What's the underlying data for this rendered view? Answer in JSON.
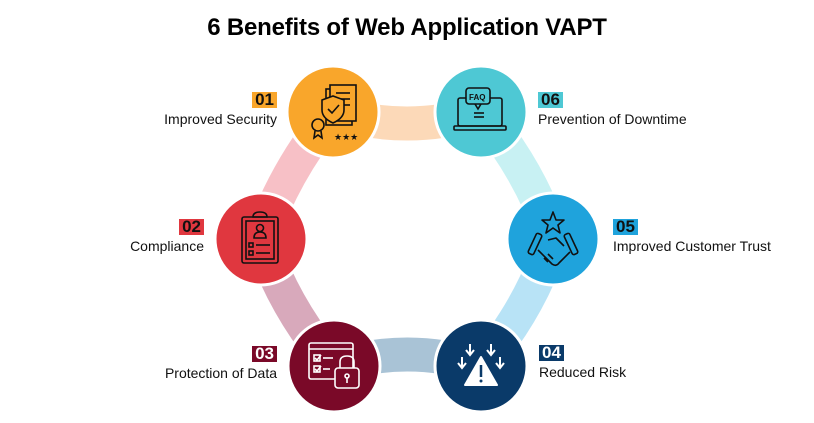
{
  "title": "6 Benefits of Web Application VAPT",
  "benefits": [
    {
      "number": "01",
      "label": "Improved Security",
      "color": "#f9a62b",
      "badge_text_color": "#111111",
      "icon": "security-certificate-icon"
    },
    {
      "number": "02",
      "label": "Compliance",
      "color": "#e0373f",
      "badge_text_color": "#111111",
      "icon": "clipboard-profile-icon"
    },
    {
      "number": "03",
      "label": "Protection of Data",
      "color": "#7a0928",
      "badge_text_color": "#ffffff",
      "icon": "checklist-lock-icon"
    },
    {
      "number": "04",
      "label": "Reduced Risk",
      "color": "#0a3a69",
      "badge_text_color": "#ffffff",
      "icon": "warning-arrows-icon"
    },
    {
      "number": "05",
      "label": "Improved Customer Trust",
      "color": "#1fa3dc",
      "badge_text_color": "#111111",
      "icon": "handshake-star-icon"
    },
    {
      "number": "06",
      "label": "Prevention of Downtime",
      "color": "#4ec8d4",
      "badge_text_color": "#111111",
      "icon": "laptop-faq-icon"
    }
  ],
  "icon_text": {
    "faq": "FAQ"
  }
}
